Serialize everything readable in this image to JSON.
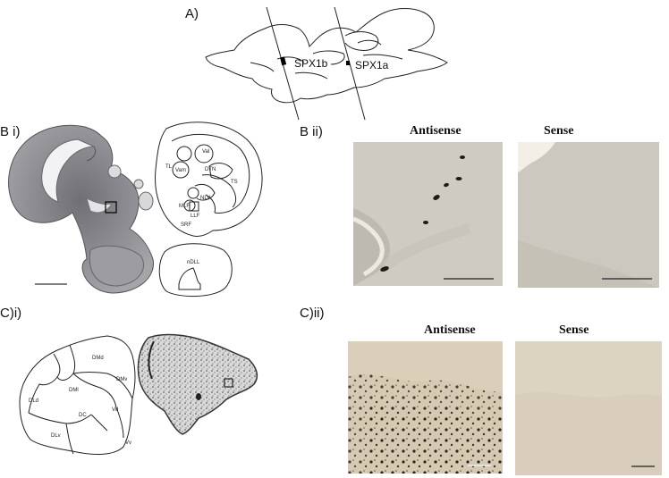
{
  "panels": {
    "a": {
      "label": "A)",
      "markers": [
        "SPX1b",
        "SPX1a"
      ]
    },
    "b_i": {
      "label": "B i)",
      "regions": [
        "TL",
        "Val",
        "DTN",
        "TS",
        "Vam",
        "MLF",
        "NLV",
        "LLF",
        "SRF",
        "nDLL"
      ]
    },
    "b_ii": {
      "label": "B ii)",
      "columns": [
        "Antisense",
        "Sense"
      ]
    },
    "c_i": {
      "label": "C)i)",
      "regions": [
        "DMd",
        "DMv",
        "DMl",
        "DLd",
        "DC",
        "Vd",
        "DLv",
        "Vv"
      ]
    },
    "c_ii": {
      "label": "C)ii)",
      "columns": [
        "Antisense",
        "Sense"
      ]
    }
  },
  "colors": {
    "line": "#222222",
    "section_tissue": "#8d8d93",
    "ish_background": "#cfc9bd",
    "ish_signal": "#1e1a16"
  }
}
